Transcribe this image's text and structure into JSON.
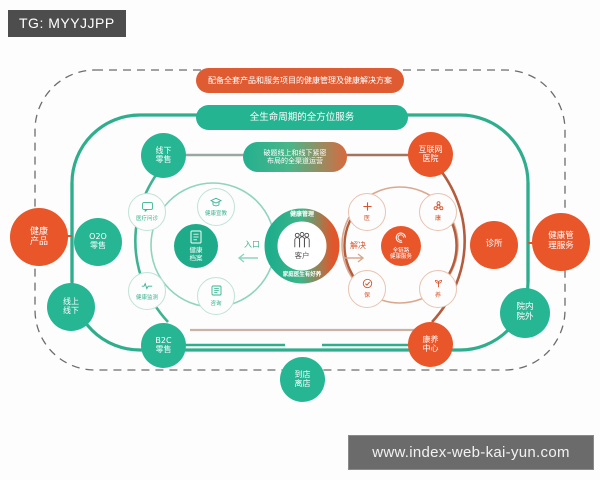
{
  "watermarks": {
    "tg_tag": "TG: MYYJJPP",
    "site_url": "www.index-web-kai-yun.com"
  },
  "banners": {
    "top_orange": "配备全套产品和服务项目的健康管理及健康解决方案",
    "top_teal": "全生命周期的全方位服务",
    "middle_gradient": "破题线上和线下紧密\n布局的全渠道运营"
  },
  "colors": {
    "orange": "#e8562a",
    "orange_banner": "#df5b32",
    "teal": "#27b694",
    "teal_banner": "#25b492",
    "teal_line": "#2fae8e",
    "orange_line": "#b35c3e",
    "dashed_border": "#6d6d6d",
    "background": "#fdfdfd"
  },
  "left_branch": {
    "big_orange": "健康\n产品",
    "retail_o2o": "O2O\n零售",
    "online_offline": "线上\n线下",
    "offline_retail": "线下\n零售",
    "b2c_retail": "B2C\n零售",
    "store_visit": "到店\n离店"
  },
  "right_branch": {
    "big_orange": "健康管\n理服务",
    "internet_hospital": "互联网\n医院",
    "clinic": "诊所",
    "in_out_hospital": "院内\n院外",
    "wellness_center": "康养\n中心"
  },
  "center": {
    "ring_top_text": "健康管理",
    "ring_bottom_text": "家庭医生有好养",
    "core_label": "客户",
    "core_icon": "family-people-icon"
  },
  "left_inner_hub": {
    "label": "健康\n档案",
    "icon": "document-icon",
    "entry_label": "入口",
    "satellites": [
      {
        "label": "医疗问诊",
        "icon": "chat-bubble-icon"
      },
      {
        "label": "健康宣教",
        "icon": "graduation-cap-icon"
      },
      {
        "label": "健康监测",
        "icon": "heart-monitor-icon"
      },
      {
        "label": "咨询",
        "icon": "book-icon"
      }
    ]
  },
  "right_inner_hub": {
    "label": "全链路\n健康服务",
    "icon": "ring-swirl-icon",
    "solution_label": "解决",
    "satellites": [
      {
        "label": "医",
        "icon": "medical-cross-icon"
      },
      {
        "label": "康",
        "icon": "flower-icon"
      },
      {
        "label": "保",
        "icon": "shield-check-icon"
      },
      {
        "label": "养",
        "icon": "plant-icon"
      }
    ]
  }
}
